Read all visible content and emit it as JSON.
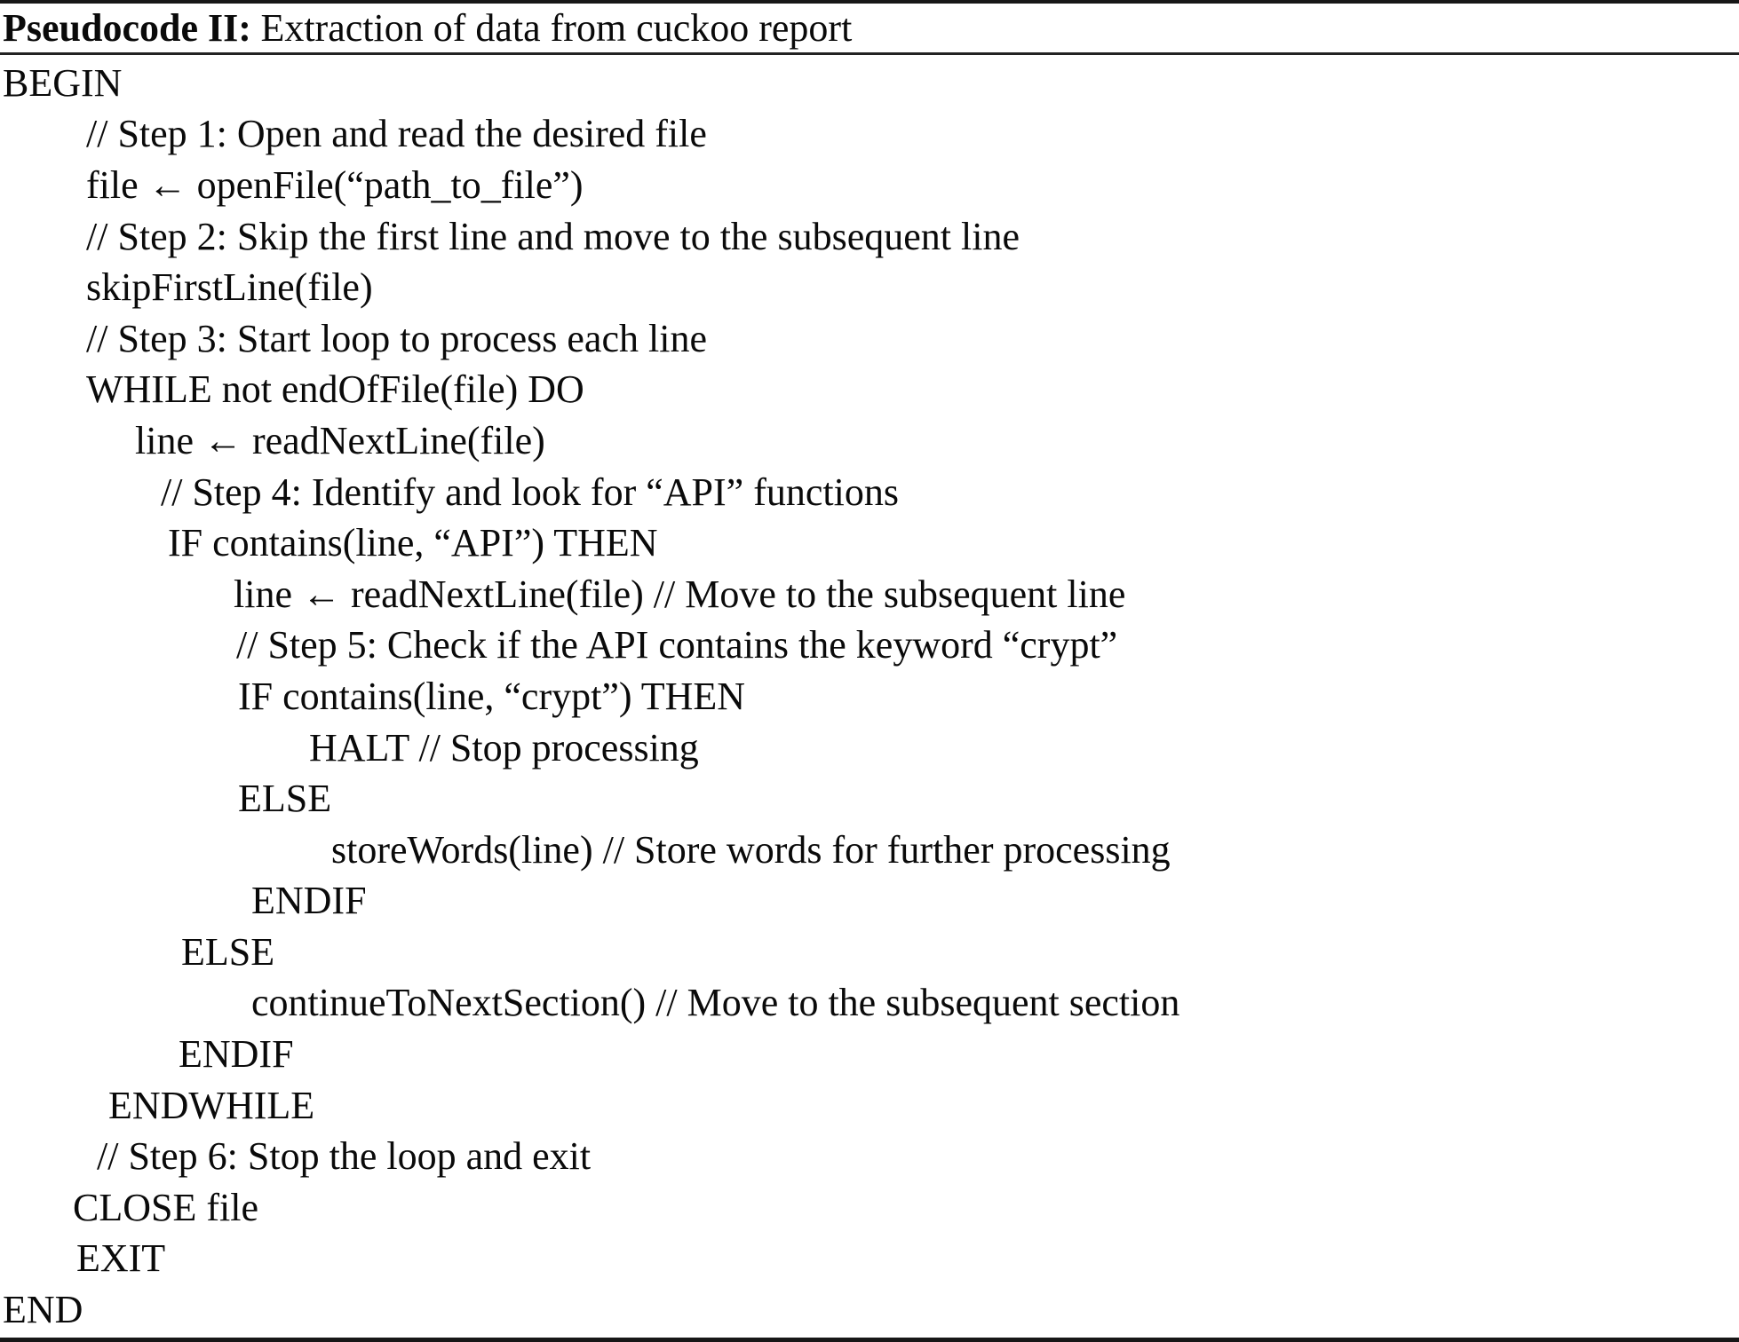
{
  "header": {
    "label": "Pseudocode II:",
    "title": "Extraction of data from cuckoo report"
  },
  "lines": [
    {
      "text": "BEGIN",
      "indent": 3
    },
    {
      "text": "// Step 1: Open and read the desired file",
      "indent": 97
    },
    {
      "text": "file ← openFile(“path_to_file”)",
      "indent": 97
    },
    {
      "text": "// Step 2: Skip the first line and move to the subsequent line",
      "indent": 97
    },
    {
      "text": "skipFirstLine(file)",
      "indent": 97
    },
    {
      "text": "// Step 3: Start loop to process each line",
      "indent": 97
    },
    {
      "text": "WHILE not endOfFile(file) DO",
      "indent": 97
    },
    {
      "text": "line ← readNextLine(file)",
      "indent": 152
    },
    {
      "text": "// Step 4: Identify and look for “API” functions",
      "indent": 181
    },
    {
      "text": "IF contains(line, “API”) THEN",
      "indent": 189
    },
    {
      "text": "line ← readNextLine(file) // Move to the subsequent line",
      "indent": 263
    },
    {
      "text": "// Step 5: Check if the API contains the keyword “crypt”",
      "indent": 266
    },
    {
      "text": "IF contains(line, “crypt”) THEN",
      "indent": 268
    },
    {
      "text": "HALT // Stop processing",
      "indent": 348
    },
    {
      "text": "ELSE",
      "indent": 268
    },
    {
      "text": "storeWords(line) // Store words for further processing",
      "indent": 373
    },
    {
      "text": "ENDIF",
      "indent": 283
    },
    {
      "text": "ELSE",
      "indent": 204
    },
    {
      "text": "continueToNextSection() // Move to the subsequent section",
      "indent": 283
    },
    {
      "text": "ENDIF",
      "indent": 201
    },
    {
      "text": "ENDWHILE",
      "indent": 122
    },
    {
      "text": "// Step 6: Stop the loop and exit",
      "indent": 109
    },
    {
      "text": "CLOSE file",
      "indent": 82
    },
    {
      "text": "EXIT",
      "indent": 86
    },
    {
      "text": "END",
      "indent": 3
    }
  ]
}
